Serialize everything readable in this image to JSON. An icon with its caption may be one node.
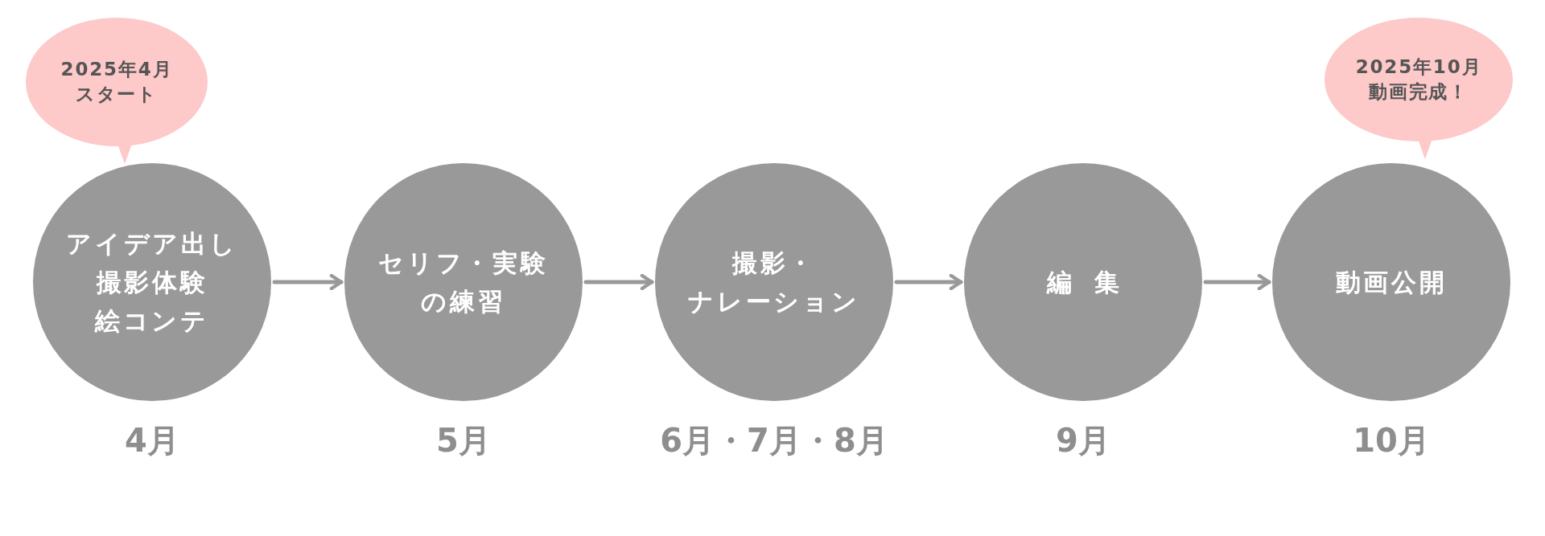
{
  "diagram": {
    "nodes": [
      {
        "text": [
          "アイデア出し",
          "撮影体験",
          "絵コンテ"
        ],
        "beside": [
          "4月"
        ]
      },
      {
        "text": [
          "セリフ・実験の練習"
        ],
        "beside": [
          "5月"
        ]
      },
      {
        "text": [
          "撮影・ナレーション"
        ],
        "beside": [
          "6月・7月・8月"
        ]
      },
      {
        "text": [
          "編集"
        ],
        "beside": [
          "9月"
        ]
      },
      {
        "text": [
          "動画公開"
        ],
        "beside": [
          "10月"
        ]
      },
      {
        "text": [
          "2025年4月",
          "スタート"
        ]
      },
      {
        "text": [
          "2025年10月",
          "動画完成！"
        ]
      }
    ],
    "edges": [
      {
        "from": 0,
        "to": 1,
        "arrow": "to"
      },
      {
        "from": 1,
        "to": 2,
        "arrow": "to"
      },
      {
        "from": 2,
        "to": 3,
        "arrow": "to"
      },
      {
        "from": 3,
        "to": 4,
        "arrow": "to"
      }
    ]
  }
}
